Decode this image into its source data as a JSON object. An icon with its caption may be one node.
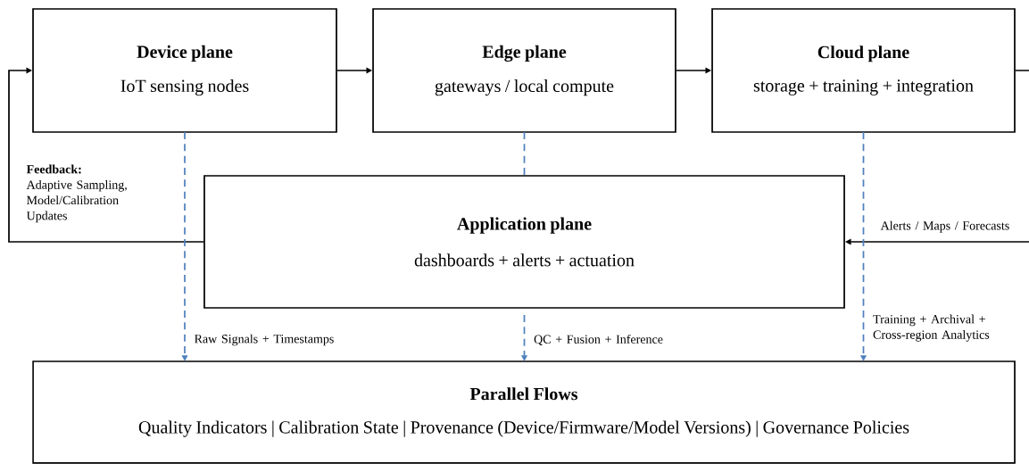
{
  "diagram": {
    "nodes": [
      {
        "text": [
          "Device plane",
          "IoT sensing nodes"
        ]
      },
      {
        "text": [
          "Edge plane",
          "gateways / local compute"
        ]
      },
      {
        "text": [
          "Cloud plane",
          "storage + training + integration"
        ]
      },
      {
        "text": [
          "Application plane",
          "dashboards + alerts + actuation"
        ]
      },
      {
        "text": [
          "Parallel Flows",
          "Quality Indicators | Calibration State | Provenance (Device/Firmware/Model Versions) | Governance Policies"
        ]
      }
    ],
    "edges": [
      {
        "from": 0,
        "to": 1,
        "arrow": "to"
      },
      {
        "from": 1,
        "to": 2,
        "arrow": "to"
      },
      {
        "from": 2,
        "to": null,
        "arrow": "none"
      },
      {
        "from": null,
        "to": 3,
        "arrow": "to",
        "label": "Alerts / Maps / Forecasts"
      },
      {
        "from": 3,
        "to": 0,
        "arrow": "to",
        "label": "**Feedback:** Adaptive Sampling, Model/Calibration Updates"
      },
      {
        "from": 0,
        "to": 4,
        "arrow": "to",
        "style": "dashed",
        "color": "#4f81bd",
        "label": "Raw Signals + Timestamps"
      },
      {
        "from": 1,
        "to": 3,
        "arrow": "none",
        "style": "dashed",
        "color": "#4f81bd"
      },
      {
        "from": 3,
        "to": 4,
        "arrow": "to",
        "style": "dashed",
        "color": "#4f81bd",
        "label": "QC + Fusion + Inference"
      },
      {
        "from": 2,
        "to": 4,
        "arrow": "to",
        "style": "dashed",
        "color": "#4f81bd",
        "label": "Training + Archival + Cross-region Analytics"
      }
    ]
  }
}
